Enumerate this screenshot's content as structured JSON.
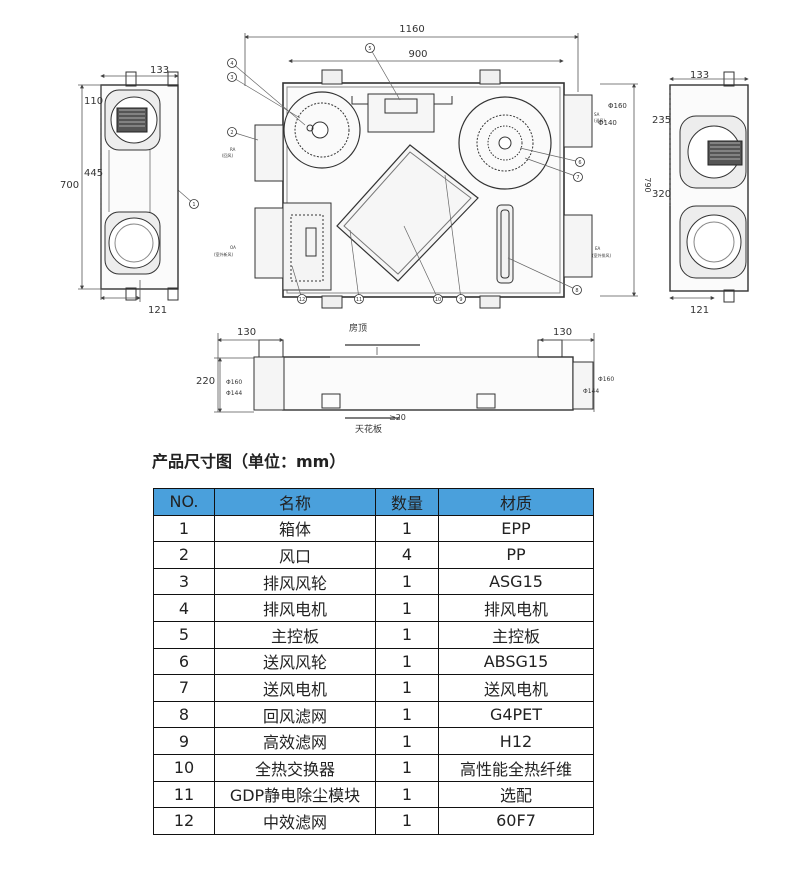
{
  "dimensions": {
    "front_total": "1160",
    "front_inner": "900",
    "front_height": "790",
    "left_height": "700",
    "left_upper": "445",
    "left_top": "110",
    "left_width": "133",
    "left_bottom": "121",
    "right_width": "133",
    "right_upper": "235",
    "right_lower": "320",
    "right_bottom": "121",
    "bottom_left": "130",
    "bottom_right": "130",
    "bottom_height": "220",
    "phi160_top": "Φ160",
    "phi140_top": "Φ140",
    "phi160_left": "Φ160",
    "phi144_left": "Φ144",
    "phi160_right": "Φ160",
    "phi144_right": "Φ144",
    "ceiling_gap": "≥20"
  },
  "labels": {
    "roof": "房顶",
    "ceiling": "天花板",
    "ra": "RA",
    "ra_cn": "(回风)",
    "sa": "SA",
    "sa_cn": "(送风)",
    "oa": "OA",
    "oa_cn": "(室外新风)",
    "ea": "EA",
    "ea_cn": "(室外排风)"
  },
  "callouts": [
    "1",
    "2",
    "3",
    "4",
    "5",
    "6",
    "7",
    "8",
    "9",
    "10",
    "11",
    "12"
  ],
  "caption": "产品尺寸图（单位：mm）",
  "table": {
    "headers": [
      "NO.",
      "名称",
      "数量",
      "材质"
    ],
    "rows": [
      [
        "1",
        "箱体",
        "1",
        "EPP"
      ],
      [
        "2",
        "风口",
        "4",
        "PP"
      ],
      [
        "3",
        "排风风轮",
        "1",
        "ASG15"
      ],
      [
        "4",
        "排风电机",
        "1",
        "排风电机"
      ],
      [
        "5",
        "主控板",
        "1",
        "主控板"
      ],
      [
        "6",
        "送风风轮",
        "1",
        "ABSG15"
      ],
      [
        "7",
        "送风电机",
        "1",
        "送风电机"
      ],
      [
        "8",
        "回风滤网",
        "1",
        "G4PET"
      ],
      [
        "9",
        "高效滤网",
        "1",
        "H12"
      ],
      [
        "10",
        "全热交换器",
        "1",
        "高性能全热纤维"
      ],
      [
        "11",
        "GDP静电除尘模块",
        "1",
        "选配"
      ],
      [
        "12",
        "中效滤网",
        "1",
        "60F7"
      ]
    ]
  }
}
